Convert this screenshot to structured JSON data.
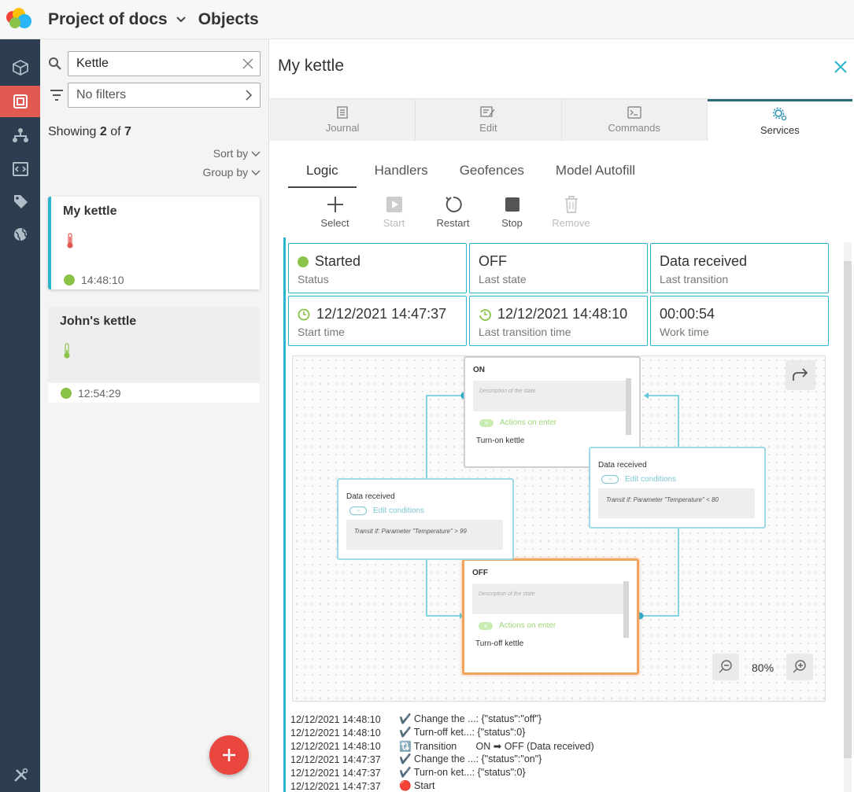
{
  "header": {
    "project": "Project of docs",
    "section": "Objects"
  },
  "rail": {
    "items": [
      "cube-icon",
      "object-icon",
      "hierarchy-icon",
      "code-icon",
      "tag-icon",
      "globe-icon",
      "tools-icon"
    ]
  },
  "list": {
    "search_value": "Kettle",
    "filter_placeholder": "No filters",
    "showing_prefix": "Showing",
    "showing_count": "2",
    "showing_of": "of",
    "showing_total": "7",
    "sort_by": "Sort by",
    "group_by": "Group by",
    "items": [
      {
        "name": "My kettle",
        "time": "14:48:10",
        "thermo_color": "#e0574f"
      },
      {
        "name": "John's kettle",
        "time": "12:54:29",
        "thermo_color": "#8bc34a"
      }
    ]
  },
  "main": {
    "title": "My kettle",
    "tabs": [
      {
        "label": "Journal",
        "icon": "journal-icon"
      },
      {
        "label": "Edit",
        "icon": "edit-icon"
      },
      {
        "label": "Commands",
        "icon": "terminal-icon"
      },
      {
        "label": "Services",
        "icon": "gears-icon"
      }
    ],
    "active_tab": "Services",
    "subtabs": [
      "Logic",
      "Handlers",
      "Geofences",
      "Model Autofill"
    ],
    "active_subtab": "Logic",
    "toolbar": [
      {
        "label": "Select",
        "icon": "plus-icon",
        "disabled": false
      },
      {
        "label": "Start",
        "icon": "play-icon",
        "disabled": true
      },
      {
        "label": "Restart",
        "icon": "restart-icon",
        "disabled": false
      },
      {
        "label": "Stop",
        "icon": "stop-icon",
        "disabled": false
      },
      {
        "label": "Remove",
        "icon": "trash-icon",
        "disabled": true
      }
    ],
    "info": [
      {
        "value": "Started",
        "label": "Status"
      },
      {
        "value": "OFF",
        "label": "Last state"
      },
      {
        "value": "Data received",
        "label": "Last transition"
      },
      {
        "value": "12/12/2021 14:47:37",
        "label": "Start time"
      },
      {
        "value": "12/12/2021 14:48:10",
        "label": "Last transition time"
      },
      {
        "value": "00:00:54",
        "label": "Work time"
      }
    ],
    "diagram": {
      "states": [
        {
          "title": "ON",
          "desc_placeholder": "Description of the state",
          "actions_label": "Actions on enter",
          "entry": "Turn-on kettle",
          "active": false
        },
        {
          "title": "OFF",
          "desc_placeholder": "Description of the state",
          "actions_label": "Actions on enter",
          "entry": "Turn-off kettle",
          "active": true
        }
      ],
      "transitions": [
        {
          "title": "Data received",
          "edit_label": "Edit conditions",
          "condition": "Transit if: Parameter \"Temperature\" > 99"
        },
        {
          "title": "Data received",
          "edit_label": "Edit conditions",
          "condition": "Transit if: Parameter \"Temperature\" < 80"
        }
      ],
      "zoom": "80%"
    },
    "log": [
      {
        "time": "12/12/2021 14:48:10",
        "msg": "✔️ Change the ...: {\"status\":\"off\"}"
      },
      {
        "time": "12/12/2021 14:48:10",
        "msg": "✔️ Turn-off ket...: {\"status\":0}"
      },
      {
        "time": "12/12/2021 14:48:10",
        "msg": "🔃 Transition       ON ➡ OFF (Data received)"
      },
      {
        "time": "12/12/2021 14:47:37",
        "msg": "✔️ Change the ...: {\"status\":\"on\"}"
      },
      {
        "time": "12/12/2021 14:47:37",
        "msg": "✔️ Turn-on ket...: {\"status\":0}"
      },
      {
        "time": "12/12/2021 14:47:37",
        "msg": "🔴 Start"
      }
    ]
  },
  "colors": {
    "accent": "#2ab5cc",
    "rail": "#2c3e50",
    "active_rail": "#e05a52",
    "green": "#8bc34a",
    "fab": "#e8463f",
    "active_state": "#f5a25d"
  }
}
